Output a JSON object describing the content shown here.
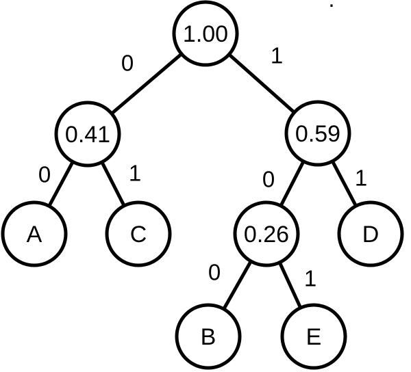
{
  "colors": {
    "background": "#ffffff",
    "stroke": "#000000",
    "text": "#000000"
  },
  "tree": {
    "kind": "binary-tree-diagram",
    "nodes": {
      "root": "1.00",
      "internal_left": "0.41",
      "internal_right": "0.59",
      "internal_right_left": "0.26",
      "leaf_a": "A",
      "leaf_c": "C",
      "leaf_d": "D",
      "leaf_b": "B",
      "leaf_e": "E"
    },
    "edges": [
      {
        "from": "root",
        "to": "internal_left",
        "label": "0"
      },
      {
        "from": "root",
        "to": "internal_right",
        "label": "1"
      },
      {
        "from": "internal_left",
        "to": "leaf_a",
        "label": "0"
      },
      {
        "from": "internal_left",
        "to": "leaf_c",
        "label": "1"
      },
      {
        "from": "internal_right",
        "to": "internal_right_left",
        "label": "0"
      },
      {
        "from": "internal_right",
        "to": "leaf_d",
        "label": "1"
      },
      {
        "from": "internal_right_left",
        "to": "leaf_b",
        "label": "0"
      },
      {
        "from": "internal_right_left",
        "to": "leaf_e",
        "label": "1"
      }
    ],
    "stray_mark": "."
  }
}
